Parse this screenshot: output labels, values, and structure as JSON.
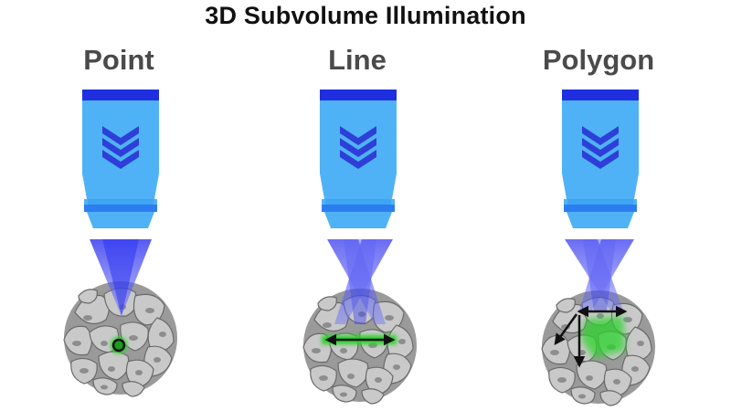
{
  "title": "3D Subvolume Illumination",
  "panels": [
    {
      "label": "Point",
      "mode": "point"
    },
    {
      "label": "Line",
      "mode": "line"
    },
    {
      "label": "Polygon",
      "mode": "polygon"
    }
  ],
  "colors": {
    "objective_body": "#4fb2f6",
    "objective_cap": "#1f2fe0",
    "objective_ring": "#2c7ef0",
    "chevrons": "#2d3fd8",
    "beam": "#4a4ff0",
    "illumination": "#2bd42b",
    "cells": "#c4c4c4",
    "cell_outline": "#6a6a6a",
    "arrows": "#111111"
  },
  "icons": [
    "microscope-objective-icon",
    "chevron-down-icon",
    "cell-cluster-icon",
    "double-arrow-icon"
  ]
}
